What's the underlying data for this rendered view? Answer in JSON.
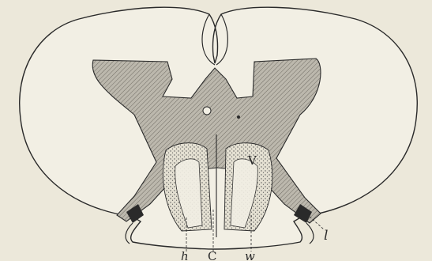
{
  "figure": {
    "labels": {
      "v": "V",
      "l": "l",
      "h": "h",
      "c": "C",
      "w": "w"
    },
    "colors": {
      "background": "#ece8da",
      "ink": "#2a2a2a",
      "grey_matter": "#bcb8ad",
      "stipple": "#555"
    }
  }
}
